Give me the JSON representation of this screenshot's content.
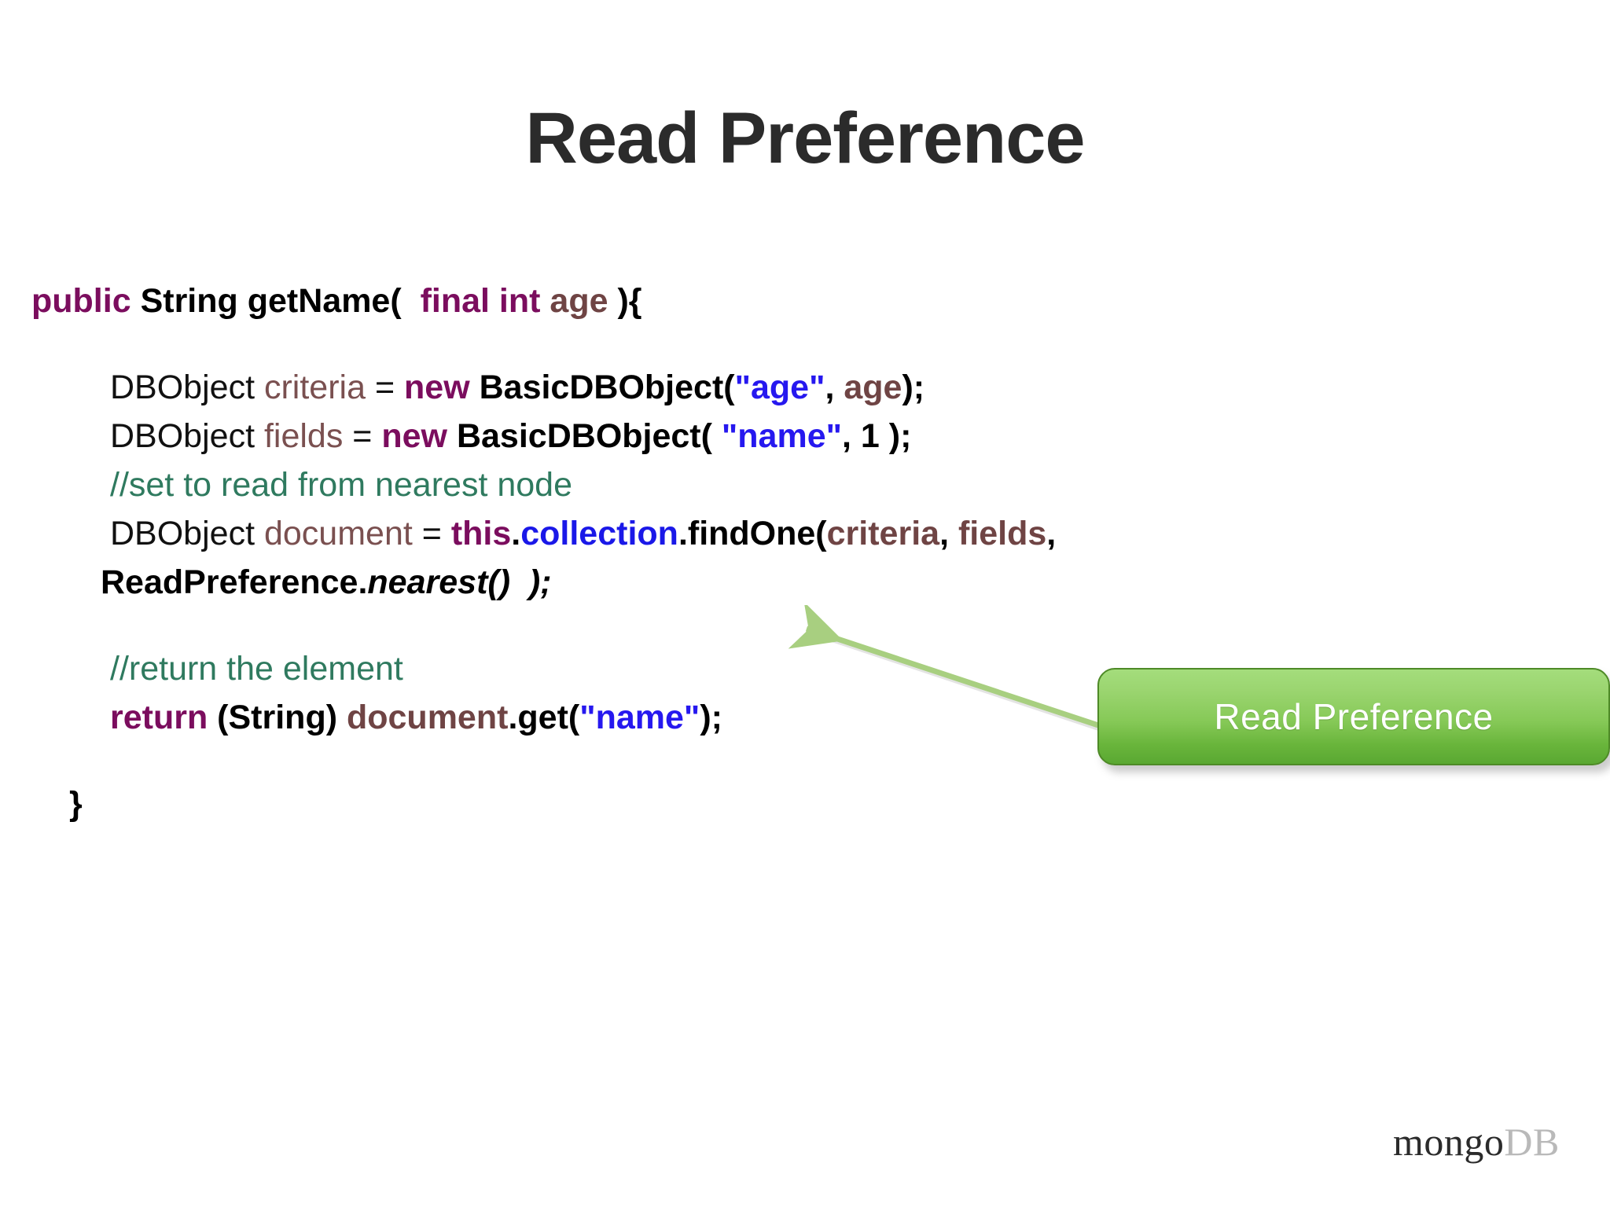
{
  "slide": {
    "title": "Read Preference",
    "background_color": "#ffffff",
    "title_color": "#2b2b2b"
  },
  "code": {
    "language": "java",
    "lines": [
      {
        "id": "line-signature",
        "indent": "none",
        "tokens": [
          {
            "kind": "keyword",
            "text": "public"
          },
          {
            "kind": "plain",
            "text": " "
          },
          {
            "kind": "type",
            "text": "String getName("
          },
          {
            "kind": "plain",
            "text": "  "
          },
          {
            "kind": "keyword",
            "text": "final int"
          },
          {
            "kind": "plain",
            "text": " "
          },
          {
            "kind": "var-bold",
            "text": "age"
          },
          {
            "kind": "type",
            "text": " ){"
          }
        ]
      },
      {
        "id": "line-gap-1",
        "indent": "none",
        "blank": true,
        "tokens": []
      },
      {
        "id": "line-criteria",
        "indent": "level-1",
        "tokens": [
          {
            "kind": "type-light",
            "text": "DBObject "
          },
          {
            "kind": "var",
            "text": "criteria"
          },
          {
            "kind": "type-light",
            "text": " = "
          },
          {
            "kind": "keyword",
            "text": "new"
          },
          {
            "kind": "type",
            "text": " BasicDBObject("
          },
          {
            "kind": "string",
            "text": "\"age\""
          },
          {
            "kind": "type",
            "text": ", "
          },
          {
            "kind": "var-bold",
            "text": "age"
          },
          {
            "kind": "type",
            "text": ");"
          }
        ]
      },
      {
        "id": "line-fields",
        "indent": "level-1",
        "tokens": [
          {
            "kind": "type-light",
            "text": "DBObject "
          },
          {
            "kind": "var",
            "text": "fields"
          },
          {
            "kind": "type-light",
            "text": " = "
          },
          {
            "kind": "keyword",
            "text": "new"
          },
          {
            "kind": "type",
            "text": " BasicDBObject( "
          },
          {
            "kind": "string",
            "text": "\"name\""
          },
          {
            "kind": "type",
            "text": ", 1 );"
          }
        ]
      },
      {
        "id": "line-comment-nearest",
        "indent": "level-1",
        "tokens": [
          {
            "kind": "comment",
            "text": "//set to read from nearest node"
          }
        ]
      },
      {
        "id": "line-findone",
        "indent": "level-1",
        "tokens": [
          {
            "kind": "type-light",
            "text": "DBObject "
          },
          {
            "kind": "var",
            "text": "document"
          },
          {
            "kind": "type-light",
            "text": " = "
          },
          {
            "kind": "keyword",
            "text": "this"
          },
          {
            "kind": "type",
            "text": "."
          },
          {
            "kind": "field",
            "text": "collection"
          },
          {
            "kind": "type",
            "text": ".findOne("
          },
          {
            "kind": "var-bold",
            "text": "criteria"
          },
          {
            "kind": "type",
            "text": ", "
          },
          {
            "kind": "var-bold",
            "text": "fields"
          },
          {
            "kind": "type",
            "text": ","
          }
        ]
      },
      {
        "id": "line-readpreference",
        "indent": "continuation",
        "tokens": [
          {
            "kind": "bold",
            "text": "ReadPreference."
          },
          {
            "kind": "italic",
            "text": "nearest()"
          },
          {
            "kind": "italic",
            "text": "  );"
          }
        ]
      },
      {
        "id": "line-gap-2",
        "indent": "none",
        "blank": true,
        "tokens": []
      },
      {
        "id": "line-comment-return",
        "indent": "level-1",
        "tokens": [
          {
            "kind": "comment",
            "text": "//return the element"
          }
        ]
      },
      {
        "id": "line-return",
        "indent": "level-1",
        "tokens": [
          {
            "kind": "keyword",
            "text": "return"
          },
          {
            "kind": "type",
            "text": " (String) "
          },
          {
            "kind": "var-bold",
            "text": "document"
          },
          {
            "kind": "type",
            "text": ".get("
          },
          {
            "kind": "string",
            "text": "\"name\""
          },
          {
            "kind": "type",
            "text": ");"
          }
        ]
      },
      {
        "id": "line-gap-3",
        "indent": "none",
        "blank": true,
        "tokens": []
      },
      {
        "id": "line-close-brace",
        "indent": "brace",
        "tokens": [
          {
            "kind": "bold",
            "text": "}"
          }
        ]
      }
    ],
    "token_colors": {
      "keyword": "#7b0d5e",
      "type": "#000000",
      "var": "#7a5050",
      "var-bold": "#6f4444",
      "string": "#2618ef",
      "field": "#1a18e8",
      "comment": "#2f7a5f",
      "plain": "#000000"
    }
  },
  "callout": {
    "label": "Read Preference",
    "fill_top": "#a4dd7c",
    "fill_bottom": "#5aa832",
    "border_color": "#4e8a27",
    "text_color": "#ffffff",
    "arrow_color": "#a8cf80",
    "arrow_points_to": "ReadPreference.nearest()"
  },
  "branding": {
    "logo_primary": "mongo",
    "logo_secondary": "DB",
    "logo_primary_color": "#2b2b2b",
    "logo_secondary_color": "#b9b9b9"
  }
}
